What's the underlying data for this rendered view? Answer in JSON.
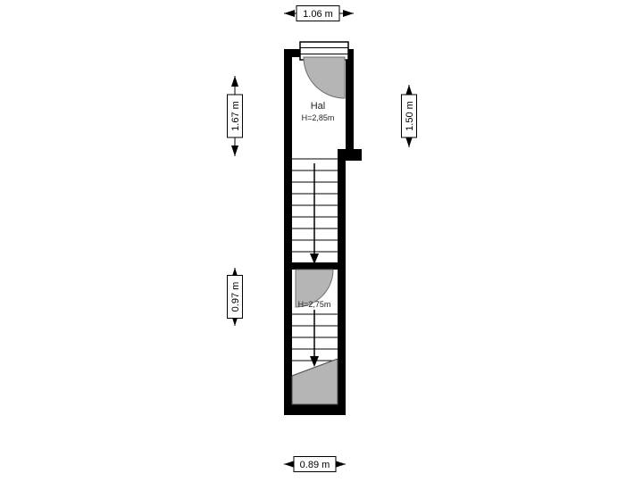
{
  "floor_plan": {
    "rooms": {
      "hal": {
        "name": "Hal",
        "ceiling_height": "H=2,85m"
      },
      "stairwell_lower": {
        "ceiling_height": "H=2,75m"
      }
    },
    "dimensions": {
      "top_width": "1.06 m",
      "bottom_width": "0.89 m",
      "left_upper_height": "1.67 m",
      "left_lower_height": "0.97 m",
      "right_height": "1.50 m"
    },
    "icons": {
      "door_upper": "door-arc-icon",
      "door_lower": "door-arc-icon",
      "window": "window-icon",
      "stair_arrows": "stair-direction-arrow-icon"
    },
    "colors": {
      "wall": "#000000",
      "door_fill": "#b5b5b5",
      "under_stair_fill": "#b5b5b5",
      "dimension_box": "#ffffff",
      "background": "#ffffff"
    }
  }
}
